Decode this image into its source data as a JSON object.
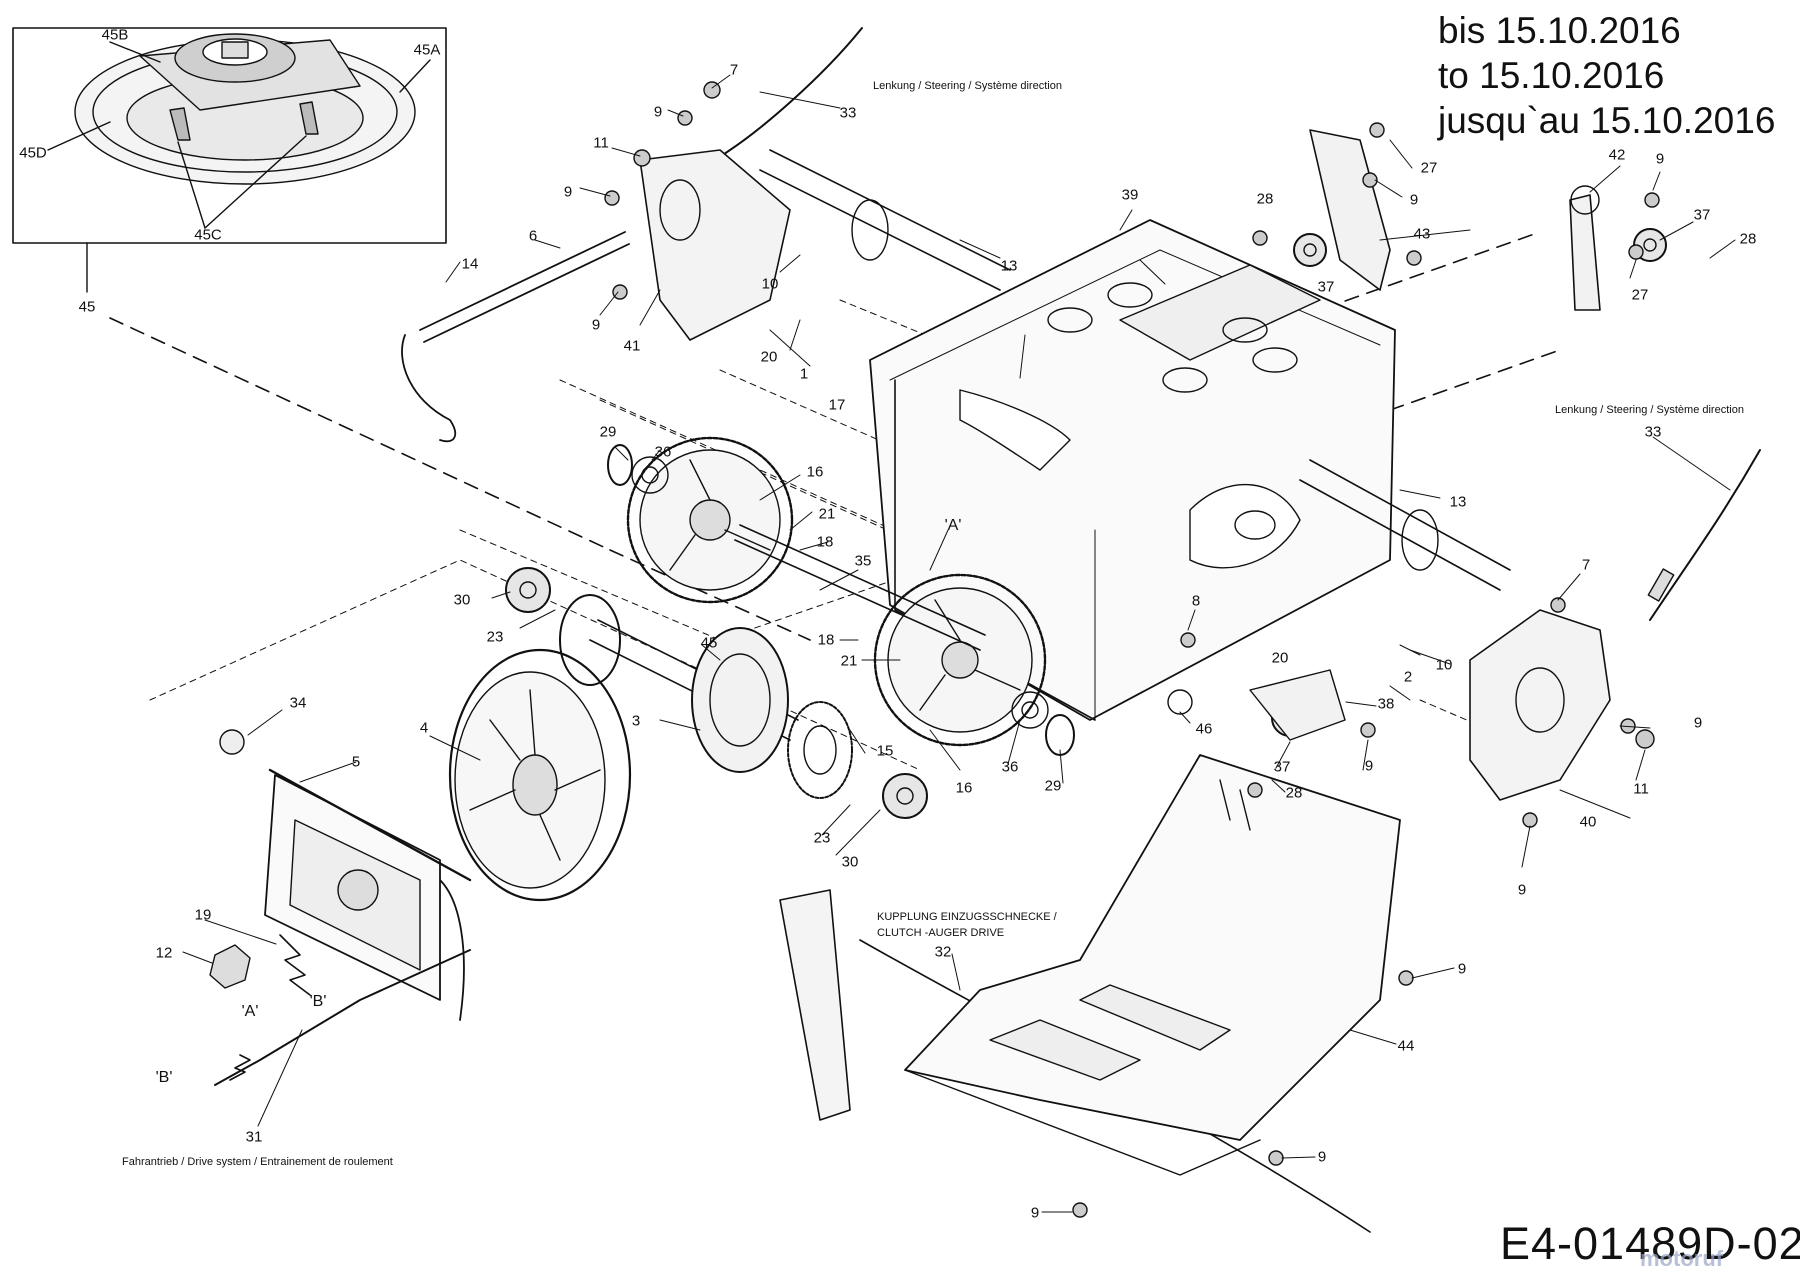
{
  "validity": {
    "de": "bis 15.10.2016",
    "en": "to 15.10.2016",
    "fr": "jusqu`au 15.10.2016"
  },
  "drawing_number": "E4-01489D-02",
  "watermark": "motoruf",
  "notes": {
    "steering_top": "Lenkung / Steering / Système direction",
    "steering_right": "Lenkung / Steering / Système direction",
    "clutch_line1": "KUPPLUNG EINZUGSSCHNECKE /",
    "clutch_line2": "CLUTCH -AUGER DRIVE",
    "drive": "Fahrantrieb / Drive system / Entrainement de roulement"
  },
  "part_labels": {
    "p45B": "45B",
    "p45A": "45A",
    "p45D": "45D",
    "p45C": "45C",
    "p45": "45",
    "p7a": "7",
    "p9a": "9",
    "p33a": "33",
    "p11a": "11",
    "p9b": "9",
    "p6": "6",
    "p14": "14",
    "p9c": "9",
    "p41": "41",
    "p10a": "10",
    "p20a": "20",
    "p13a": "13",
    "p1": "1",
    "p17": "17",
    "p39": "39",
    "p28a": "28",
    "p37a": "37",
    "p27a": "27",
    "p9d": "9",
    "p43": "43",
    "p42": "42",
    "p9e": "9",
    "p37b": "37",
    "p28b": "28",
    "p27b": "27",
    "p33b": "33",
    "p13b": "13",
    "p29a": "29",
    "p36a": "36",
    "p16a": "16",
    "p21a": "21",
    "p18a": "18",
    "p35": "35",
    "pA1": "'A'",
    "p30a": "30",
    "p23a": "23",
    "p45e": "45",
    "p18b": "18",
    "p21b": "21",
    "p8": "8",
    "p7b": "7",
    "p10b": "10",
    "p20b": "20",
    "p2": "2",
    "p34": "34",
    "p5": "5",
    "p4": "4",
    "p3": "3",
    "p15": "15",
    "p16b": "16",
    "p36b": "36",
    "p29b": "29",
    "p46": "46",
    "p38": "38",
    "p37c": "37",
    "p9f": "9",
    "p28c": "28",
    "p9g": "9",
    "p11b": "11",
    "p40": "40",
    "p9h": "9",
    "p23b": "23",
    "p30b": "30",
    "p19": "19",
    "p12": "12",
    "pA2": "'A'",
    "pB1": "'B'",
    "pB2": "'B'",
    "p31": "31",
    "p32": "32",
    "p9i": "9",
    "p44": "44",
    "p9j": "9",
    "p9k": "9"
  }
}
